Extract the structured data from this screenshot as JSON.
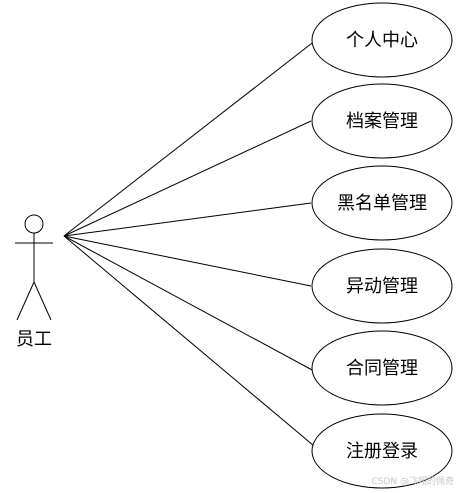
{
  "actor": {
    "label": "员工"
  },
  "use_cases": [
    {
      "label": "个人中心"
    },
    {
      "label": "档案管理"
    },
    {
      "label": "黑名单管理"
    },
    {
      "label": "异动管理"
    },
    {
      "label": "合同管理"
    },
    {
      "label": "注册登录"
    }
  ],
  "watermark": "CSDN @飞翔的佩奇"
}
